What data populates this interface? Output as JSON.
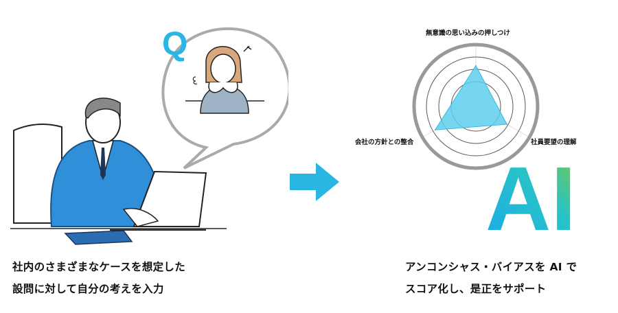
{
  "left_panel": {
    "bubble_letter": "Q",
    "caption_line1": "社内のさまざまなケースを想定した",
    "caption_line2": "設問に対して自分の考えを入力"
  },
  "arrow": {
    "color": "#29b6e3"
  },
  "right_panel": {
    "ai_logo_text": "AI",
    "caption_line1": "アンコンシャス・バイアスを AI で",
    "caption_line2": "スコア化し、是正をサポート"
  },
  "chart_data": {
    "type": "radar",
    "axes": [
      "無意識の思い込みの押しつけ",
      "社員要望の理解",
      "会社の方針との整合"
    ],
    "values": [
      3.3,
      2.9,
      3.8
    ],
    "range": [
      0,
      5
    ],
    "rings": [
      2,
      3,
      4,
      5
    ],
    "fill_color": "#5fcfec"
  },
  "colors": {
    "accent": "#29b6e3",
    "suit": "#2f8fd8"
  }
}
